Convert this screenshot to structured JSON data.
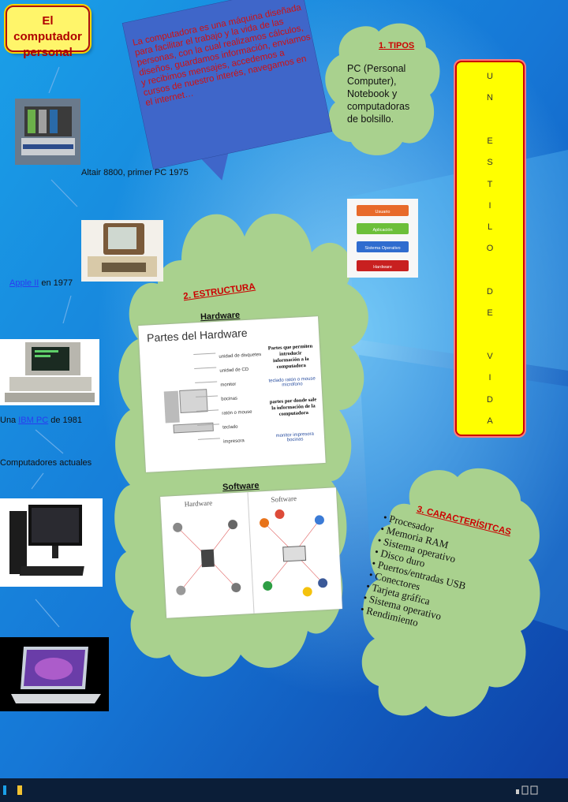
{
  "title": "El computador personal",
  "captions": {
    "altair": "Altair 8800, primer PC 1975",
    "apple_link": "Apple II",
    "apple_rest": " en 1977",
    "ibm_pre": "Una ",
    "ibm_link": "IBM PC",
    "ibm_rest": " de 1981",
    "actuales": "Computadores actuales"
  },
  "note": {
    "text": "La computadora es una máquina diseñada para facilitar el trabajo y la vida de las personas, con la cual realizamos cálculos, diseños, guardamos información, enviamos y recibimos mensajes, accedemos a cursos de nuestro interés, navegamos en el internet…"
  },
  "tipos": {
    "heading": "1.   TIPOS",
    "text": "PC (Personal Computer), Notebook y computadoras de bolsillo."
  },
  "vertical_letters": [
    "U",
    "N",
    "",
    "E",
    "S",
    "T",
    "I",
    "L",
    "O",
    "",
    "D",
    "E",
    "",
    "V",
    "I",
    "D",
    "A"
  ],
  "layers": [
    "Usuario",
    "Aplicación",
    "Sistema Operativo",
    "Hardware"
  ],
  "estructura": {
    "heading": "2. ESTRUCTURA",
    "hardware": "Hardware",
    "software": "Software",
    "hw_image_title": "Partes del Hardware",
    "hw_labels": [
      "unidad de disquetes",
      "unidad de CD",
      "monitor",
      "bocinas",
      "ratón o mouse",
      "teclado",
      "impresora"
    ],
    "hw_side1": "Partes que permiten introducir información a la computadora",
    "hw_side1_items": "teclado ratón o mouse micrófono",
    "hw_side2": "partes por donde sale la información de la computadora",
    "hw_side2_items": "monitor impresora bocinas",
    "sw_left": "Hardware",
    "sw_right": "Software"
  },
  "caracteristicas": {
    "heading": "3. CARACTERÍSITCAS",
    "items": [
      "Procesador",
      "Memoria RAM",
      "Sistema operativo",
      "Disco duro",
      "Puertos/entradas USB",
      "Conectores",
      "Tarjeta gráfica",
      "Sistema operativo",
      "Rendimiento"
    ]
  },
  "colors": {
    "accent_red": "#c00000",
    "yellow": "#ffff00",
    "cloud": "#a9d18e"
  }
}
